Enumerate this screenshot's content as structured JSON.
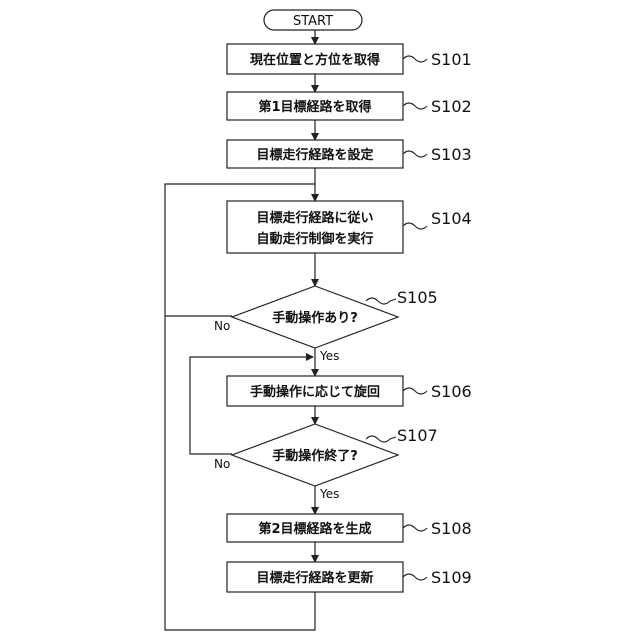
{
  "flowchart": {
    "start": "START",
    "steps": {
      "s101": {
        "text": [
          "現在位置と方位を取得"
        ],
        "label": "S101"
      },
      "s102": {
        "text": [
          "第1目標経路を取得"
        ],
        "label": "S102"
      },
      "s103": {
        "text": [
          "目標走行経路を設定"
        ],
        "label": "S103"
      },
      "s104": {
        "text": [
          "目標走行経路に従い",
          "自動走行制御を実行"
        ],
        "label": "S104"
      },
      "s105": {
        "text": [
          "手動操作あり?"
        ],
        "label": "S105",
        "yes": "Yes",
        "no": "No"
      },
      "s106": {
        "text": [
          "手動操作に応じて旋回"
        ],
        "label": "S106"
      },
      "s107": {
        "text": [
          "手動操作終了?"
        ],
        "label": "S107",
        "yes": "Yes",
        "no": "No"
      },
      "s108": {
        "text": [
          "第2目標経路を生成"
        ],
        "label": "S108"
      },
      "s109": {
        "text": [
          "目標走行経路を更新"
        ],
        "label": "S109"
      }
    }
  }
}
